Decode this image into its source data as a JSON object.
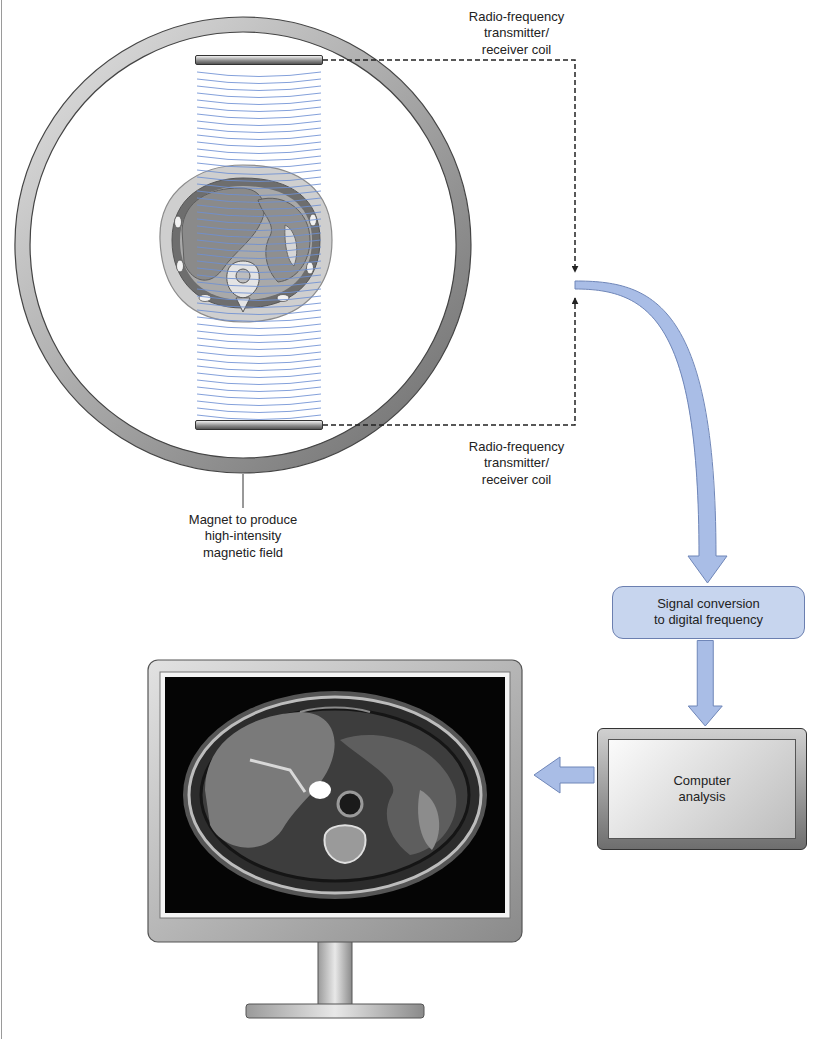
{
  "diagram": {
    "nodes": [
      {
        "text": [
          "Radio-frequency transmitter/ receiver coil"
        ]
      },
      {
        "text": [
          "Radio-frequency transmitter/ receiver coil"
        ]
      },
      {
        "text": [
          "Signal conversion to digital frequency"
        ]
      },
      {
        "text": [
          "Computer analysis"
        ]
      }
    ],
    "edges": [
      {
        "from": 0,
        "to": 2,
        "arrow": "to"
      },
      {
        "from": 1,
        "to": 2,
        "arrow": "to"
      },
      {
        "from": 2,
        "to": 3,
        "arrow": "to"
      }
    ],
    "labels": [
      "Magnet to produce high-intensity magnetic field"
    ]
  }
}
